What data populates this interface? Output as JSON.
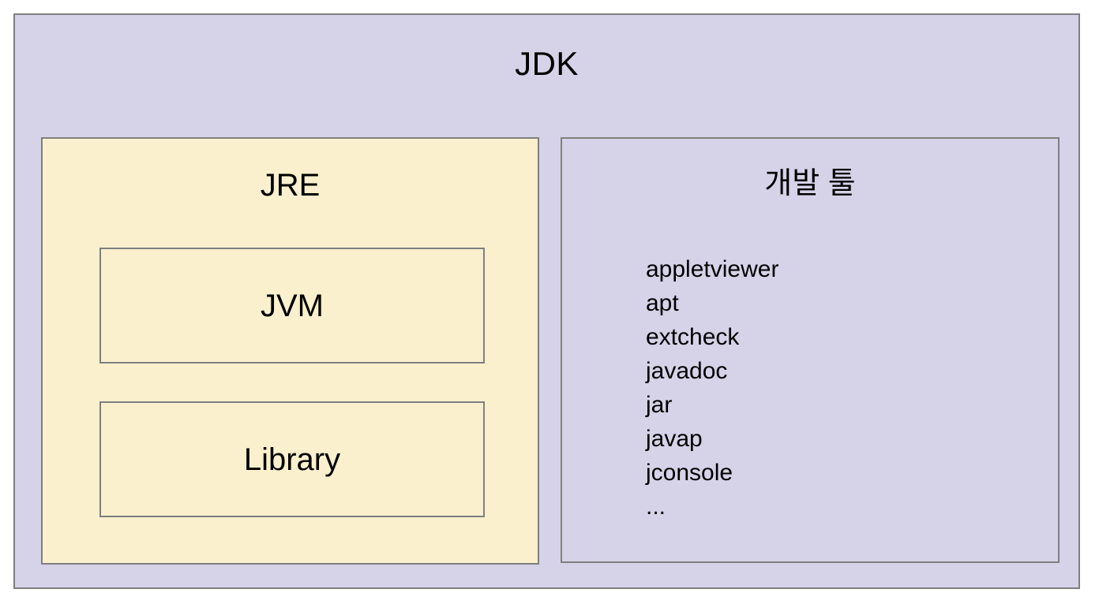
{
  "diagram": {
    "title": "JDK",
    "outer": {
      "label": "JDK",
      "fill": "#d6d2e8",
      "stroke": "#7f7f7f"
    },
    "jre": {
      "label": "JRE",
      "fill": "#faf0ce",
      "stroke": "#7f7f7f",
      "children": [
        {
          "label": "JVM",
          "fill": "#faf0ce",
          "stroke": "#7f7f7f"
        },
        {
          "label": "Library",
          "fill": "#faf0ce",
          "stroke": "#7f7f7f"
        }
      ]
    },
    "dev_tools": {
      "label": "개발 툴",
      "fill": "#d6d2e8",
      "stroke": "#7f7f7f",
      "items": [
        "appletviewer",
        "apt",
        "extcheck",
        "javadoc",
        "jar",
        "javap",
        "jconsole",
        "..."
      ]
    }
  }
}
